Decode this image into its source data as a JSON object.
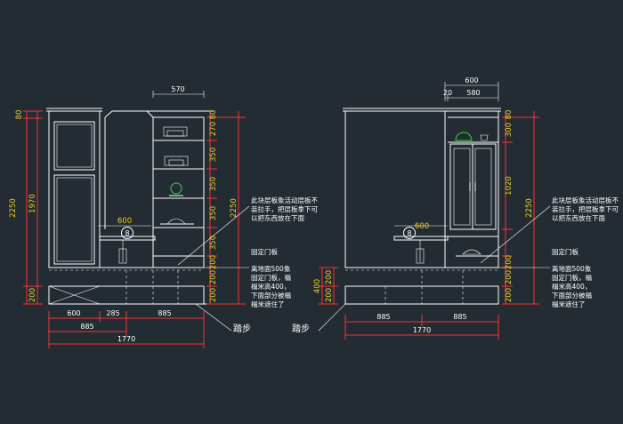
{
  "left_view": {
    "dims_top": [
      "570"
    ],
    "dims_left": [
      "80",
      "1970",
      "2250",
      "200"
    ],
    "dims_right": [
      "80",
      "270",
      "350",
      "350",
      "350",
      "350",
      "200",
      "200",
      "200",
      "2250"
    ],
    "dims_bottom_row1": [
      "600",
      "285",
      "885"
    ],
    "dims_bottom_row2": [
      "885"
    ],
    "dims_bottom_total": "1770",
    "shelf_width": "600",
    "marker": "8",
    "note_shelf": [
      "此块层板象活动层板不",
      "装拉手，把层板拿下可",
      "以把东西放在下面"
    ],
    "note_door": [
      "固定门板",
      "离地面500象",
      "固定门板，榻",
      "榻米高400，",
      "下面部分被榻",
      "榻米遮住了"
    ],
    "step_label": "踏步"
  },
  "right_view": {
    "dims_top": [
      "600",
      "20",
      "580"
    ],
    "dims_left": [
      "200",
      "200",
      "400"
    ],
    "dims_right": [
      "80",
      "300",
      "1020",
      "200",
      "200",
      "200",
      "2250"
    ],
    "dims_bottom_row1": [
      "885",
      "885"
    ],
    "dims_bottom_total": "1770",
    "shelf_width": "600",
    "marker": "8",
    "note_shelf": [
      "此块层板象活动层板不",
      "装拉手，把层板拿下可",
      "以把东西放在下面"
    ],
    "note_door": [
      "固定门板",
      "离地面500象",
      "固定门板，榻",
      "榻米高400，",
      "下面部分被榻",
      "榻米遮住了"
    ],
    "step_label": "踏步"
  }
}
